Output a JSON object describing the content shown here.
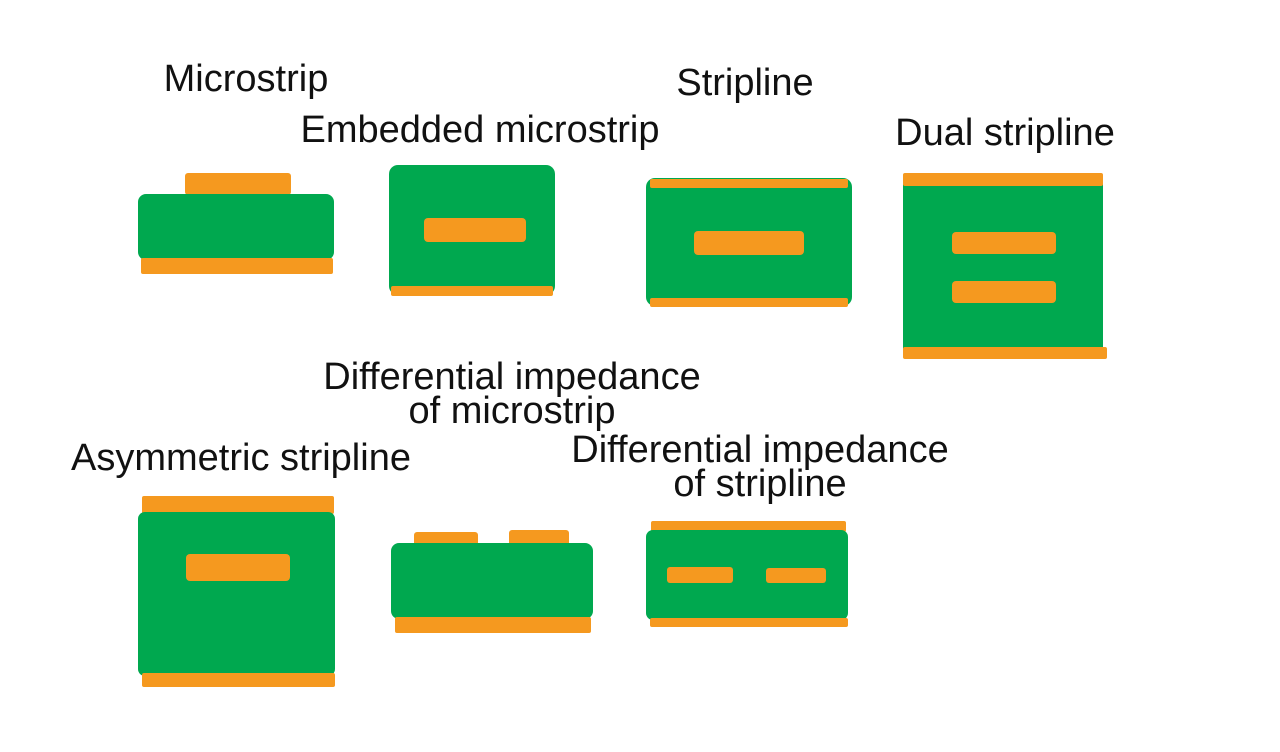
{
  "colors": {
    "background": "#ffffff",
    "dielectric": "#00a84f",
    "copper": "#f5991f",
    "text": "#111111"
  },
  "diagrams": {
    "microstrip": {
      "label": "Microstrip"
    },
    "embedded_microstrip": {
      "label": "Embedded microstrip"
    },
    "stripline": {
      "label": "Stripline"
    },
    "dual_stripline": {
      "label": "Dual stripline"
    },
    "asymmetric_stripline": {
      "label": "Asymmetric stripline"
    },
    "differential_microstrip": {
      "label_line1": "Differential impedance",
      "label_line2": "of microstrip"
    },
    "differential_stripline": {
      "label_line1": "Differential impedance",
      "label_line2": "of stripline"
    }
  }
}
